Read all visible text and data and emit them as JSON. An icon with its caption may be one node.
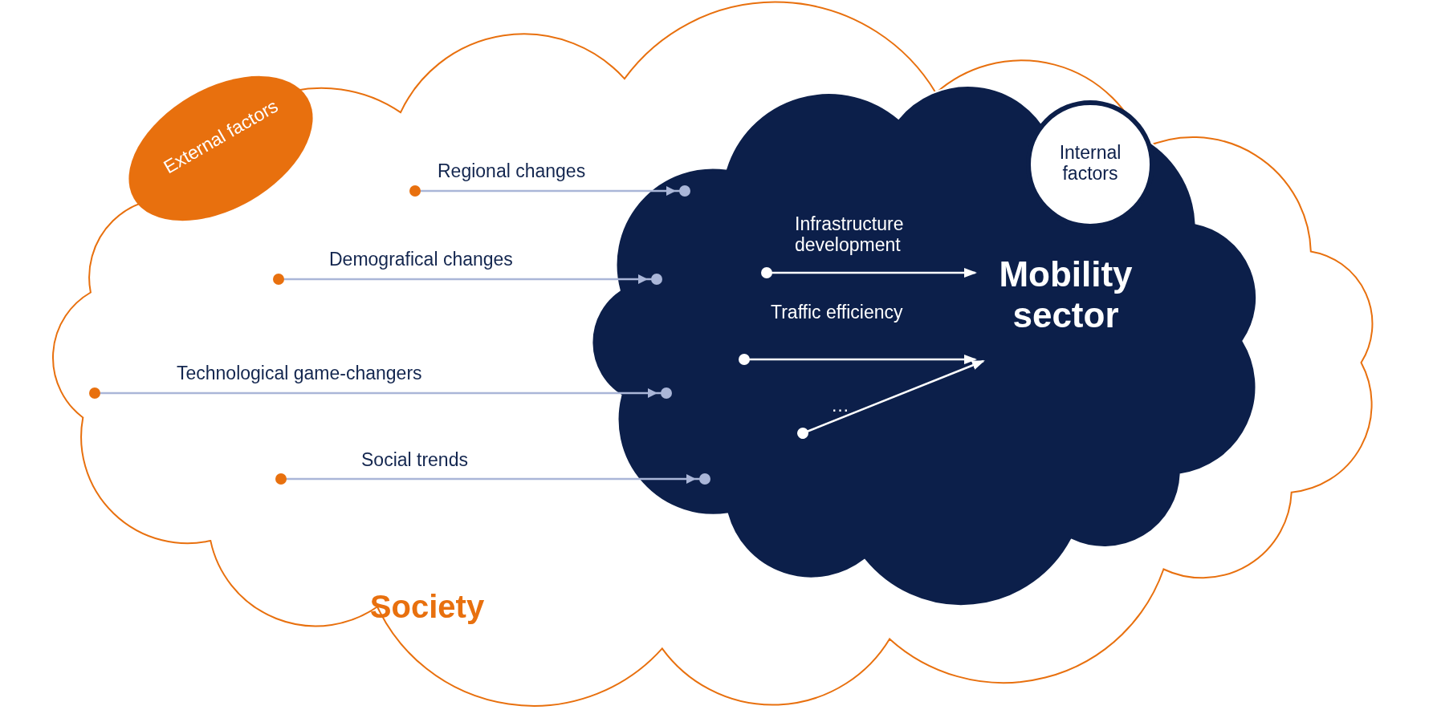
{
  "diagram": {
    "nodes": [
      {
        "text": [
          "Society"
        ]
      },
      {
        "text": [
          "External factors"
        ],
        "in": 0
      },
      {
        "text": [],
        "shape": "cloud",
        "in": 0
      },
      {
        "text": [
          "Mobility sector"
        ],
        "in": 2
      },
      {
        "text": [
          "Internal factors"
        ],
        "in": 2
      }
    ],
    "edges": [
      {
        "from": null,
        "to": 2,
        "arrow": "to",
        "label": "Regional changes"
      },
      {
        "from": null,
        "to": 2,
        "arrow": "to",
        "label": "Demografical changes"
      },
      {
        "from": null,
        "to": 2,
        "arrow": "to",
        "label": "Technological game-changers"
      },
      {
        "from": null,
        "to": 2,
        "arrow": "to",
        "label": "Social trends"
      },
      {
        "from": null,
        "to": 3,
        "arrow": "to",
        "label": "Infrastructure development",
        "color": "#ffffff"
      },
      {
        "from": null,
        "to": 3,
        "arrow": "to",
        "label": "Traffic efficiency",
        "color": "#ffffff"
      },
      {
        "from": null,
        "to": 3,
        "arrow": "to",
        "label": "…",
        "color": "#ffffff"
      }
    ]
  }
}
